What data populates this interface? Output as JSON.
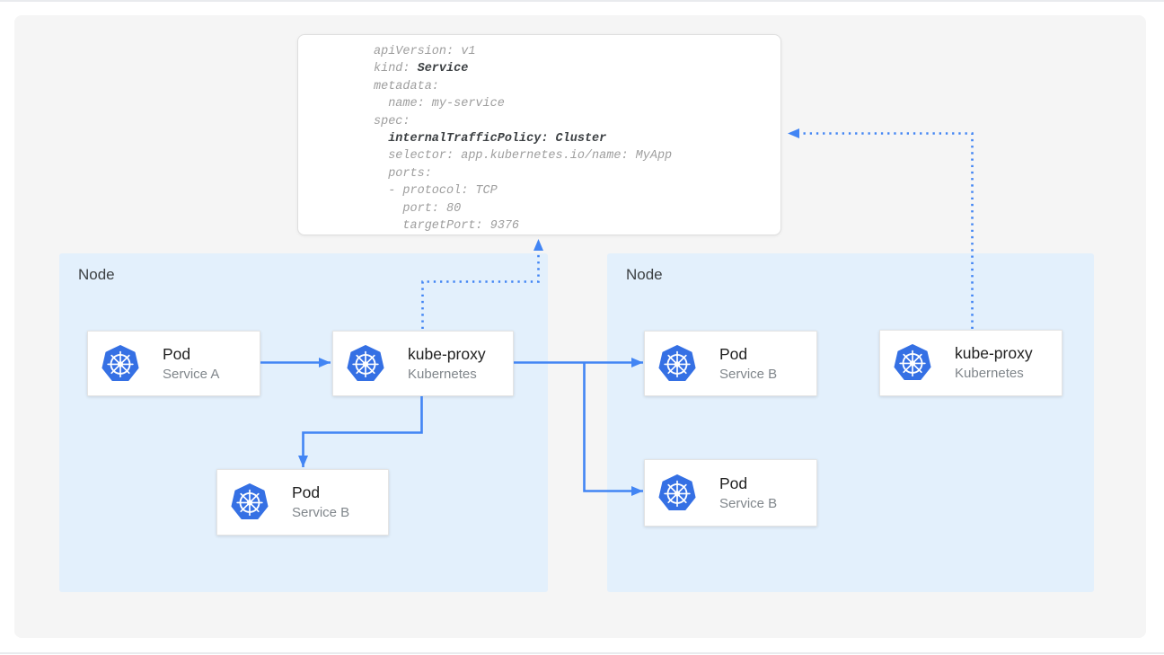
{
  "colors": {
    "arrow-blue": "#4285f4",
    "k8s-blue": "#3570e4",
    "node-bg": "#e3f0fc",
    "panel-bg": "#f5f5f5",
    "code-normal": "#9e9e9e",
    "code-bold": "#3c4043",
    "title-color": "#212121",
    "subtitle-color": "#80868b",
    "node-label-color": "#3c4043"
  },
  "yaml": {
    "lines": [
      {
        "text": "apiVersion: v1"
      },
      {
        "text": "kind: ",
        "bold": "Service"
      },
      {
        "text": "metadata:"
      },
      {
        "text": "  name: my-service"
      },
      {
        "text": "spec:"
      },
      {
        "text": "  ",
        "bold": "internalTrafficPolicy: Cluster"
      },
      {
        "text": "  selector: app.kubernetes.io/name: MyApp"
      },
      {
        "text": "  ports:"
      },
      {
        "text": "  - protocol: TCP"
      },
      {
        "text": "    port: 80"
      },
      {
        "text": "    targetPort: 9376"
      }
    ]
  },
  "nodes": {
    "left": {
      "label": "Node"
    },
    "right": {
      "label": "Node"
    }
  },
  "cards": {
    "pod_a": {
      "title": "Pod",
      "subtitle": "Service A",
      "icon": "kubernetes-logo-icon"
    },
    "kube_proxy_left": {
      "title": "kube-proxy",
      "subtitle": "Kubernetes",
      "icon": "kubernetes-logo-icon"
    },
    "pod_b_left": {
      "title": "Pod",
      "subtitle": "Service B",
      "icon": "kubernetes-logo-icon"
    },
    "pod_b_right_top": {
      "title": "Pod",
      "subtitle": "Service B",
      "icon": "kubernetes-logo-icon"
    },
    "kube_proxy_right": {
      "title": "kube-proxy",
      "subtitle": "Kubernetes",
      "icon": "kubernetes-logo-icon"
    },
    "pod_b_right_bottom": {
      "title": "Pod",
      "subtitle": "Service B",
      "icon": "kubernetes-logo-icon"
    }
  }
}
